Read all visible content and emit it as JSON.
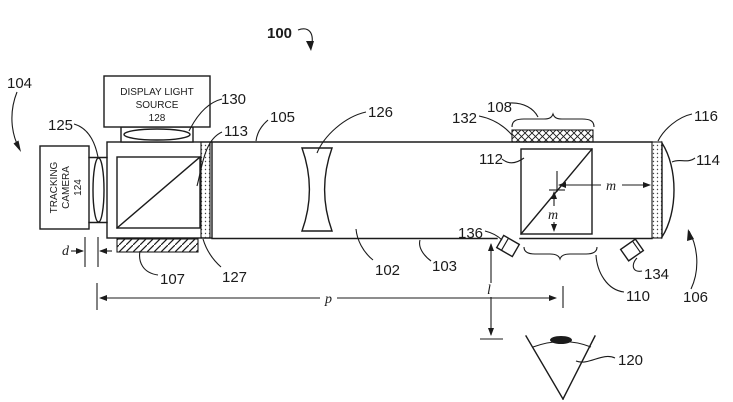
{
  "figure": {
    "background": "#ffffff",
    "line_color": "#1b1b1b"
  },
  "labels": {
    "n100": "100",
    "n102": "102",
    "n103": "103",
    "n104": "104",
    "n105": "105",
    "n106": "106",
    "n107": "107",
    "n108": "108",
    "n110": "110",
    "n112": "112",
    "n113": "113",
    "n114": "114",
    "n116": "116",
    "n120": "120",
    "n125": "125",
    "n126": "126",
    "n127": "127",
    "n130": "130",
    "n132": "132",
    "n134": "134",
    "n136": "136"
  },
  "components": {
    "display_light_source": {
      "line1": "DISPLAY LIGHT",
      "line2": "SOURCE",
      "ref": "128"
    },
    "tracking_camera": {
      "line1": "TRACKING",
      "line2": "CAMERA",
      "ref": "124"
    }
  },
  "dimensions": {
    "d": "d",
    "p": "p",
    "l": "l",
    "m_horizontal": "m",
    "m_vertical": "m"
  }
}
